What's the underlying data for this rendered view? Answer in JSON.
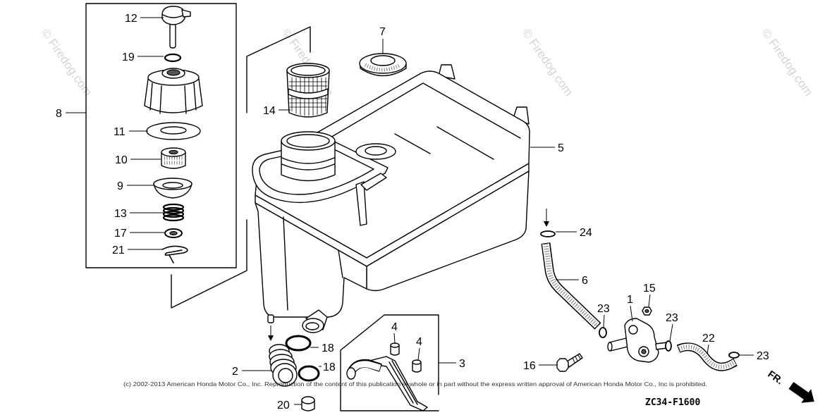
{
  "diagram": {
    "callouts": {
      "part_1": "1",
      "part_2": "2",
      "part_3": "3",
      "part_4_a": "4",
      "part_4_b": "4",
      "part_5": "5",
      "part_6": "6",
      "part_7": "7",
      "part_8": "8",
      "part_9": "9",
      "part_10": "10",
      "part_11": "11",
      "part_12": "12",
      "part_13": "13",
      "part_14": "14",
      "part_15": "15",
      "part_16": "16",
      "part_17": "17",
      "part_18_a": "18",
      "part_18_b": "18",
      "part_19": "19",
      "part_20": "20",
      "part_21": "21",
      "part_22": "22",
      "part_23_a": "23",
      "part_23_b": "23",
      "part_23_c": "23",
      "part_24": "24"
    },
    "front_marker": "FR.",
    "diagram_code": "ZC34-F1600"
  },
  "copyright": "(c) 2002-2013 American Honda Motor Co., Inc. Reproduction of the content of this publication in whole or in part without the express written approval of American Honda Motor Co., Inc is prohibited.",
  "watermark": "© Firedog.com",
  "colors": {
    "line": "#000000",
    "background": "#ffffff",
    "watermark": "#d4d4d4"
  }
}
